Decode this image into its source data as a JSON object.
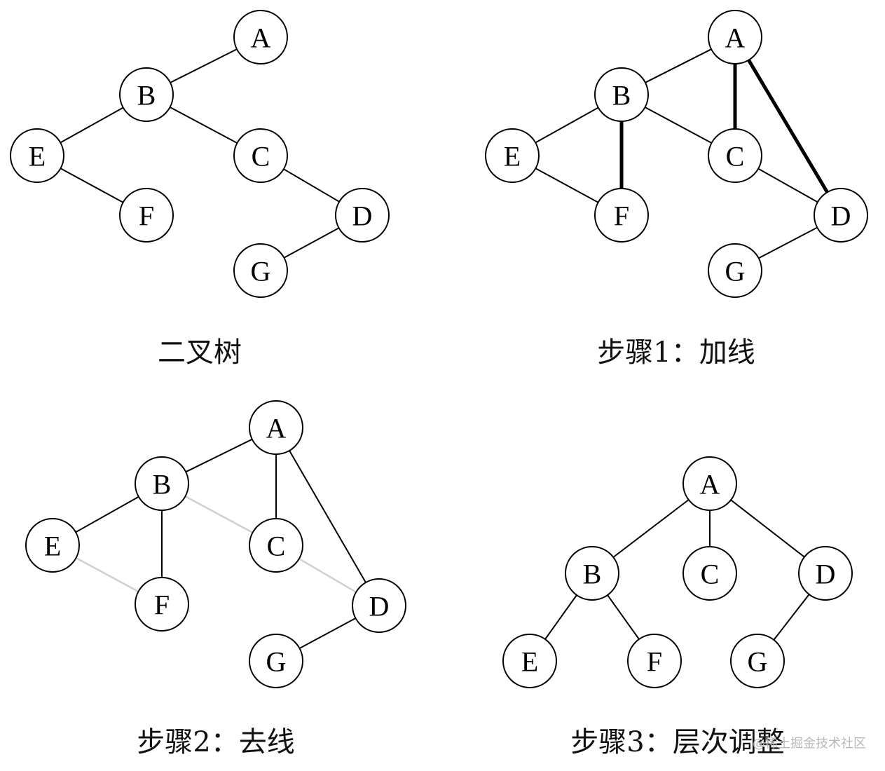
{
  "colors": {
    "background": "#ffffff",
    "stroke": "#000000",
    "removed_edge": "#d0d0d0",
    "watermark": "#b8b8b8"
  },
  "panels": [
    {
      "id": "binary-tree",
      "caption": "二叉树",
      "nodes": [
        "A",
        "B",
        "C",
        "D",
        "E",
        "F",
        "G"
      ],
      "edges": [
        {
          "from": "A",
          "to": "B",
          "style": "normal"
        },
        {
          "from": "B",
          "to": "E",
          "style": "normal"
        },
        {
          "from": "B",
          "to": "C",
          "style": "normal"
        },
        {
          "from": "E",
          "to": "F",
          "style": "normal"
        },
        {
          "from": "C",
          "to": "D",
          "style": "normal"
        },
        {
          "from": "D",
          "to": "G",
          "style": "normal"
        }
      ]
    },
    {
      "id": "step1-add-lines",
      "caption": "步骤1：加线",
      "nodes": [
        "A",
        "B",
        "C",
        "D",
        "E",
        "F",
        "G"
      ],
      "edges": [
        {
          "from": "A",
          "to": "B",
          "style": "normal"
        },
        {
          "from": "B",
          "to": "E",
          "style": "normal"
        },
        {
          "from": "B",
          "to": "C",
          "style": "normal"
        },
        {
          "from": "E",
          "to": "F",
          "style": "normal"
        },
        {
          "from": "C",
          "to": "D",
          "style": "normal"
        },
        {
          "from": "D",
          "to": "G",
          "style": "normal"
        },
        {
          "from": "B",
          "to": "F",
          "style": "bold"
        },
        {
          "from": "A",
          "to": "C",
          "style": "bold"
        },
        {
          "from": "A",
          "to": "D",
          "style": "bold"
        }
      ]
    },
    {
      "id": "step2-remove-lines",
      "caption": "步骤2：去线",
      "nodes": [
        "A",
        "B",
        "C",
        "D",
        "E",
        "F",
        "G"
      ],
      "edges": [
        {
          "from": "A",
          "to": "B",
          "style": "normal"
        },
        {
          "from": "B",
          "to": "E",
          "style": "normal"
        },
        {
          "from": "B",
          "to": "F",
          "style": "normal"
        },
        {
          "from": "A",
          "to": "C",
          "style": "normal"
        },
        {
          "from": "A",
          "to": "D",
          "style": "normal"
        },
        {
          "from": "D",
          "to": "G",
          "style": "normal"
        },
        {
          "from": "B",
          "to": "C",
          "style": "removed"
        },
        {
          "from": "E",
          "to": "F",
          "style": "removed"
        },
        {
          "from": "C",
          "to": "D",
          "style": "removed"
        }
      ]
    },
    {
      "id": "step3-level-adjust",
      "caption": "步骤3：层次调整",
      "nodes": [
        "A",
        "B",
        "C",
        "D",
        "E",
        "F",
        "G"
      ],
      "edges": [
        {
          "from": "A",
          "to": "B",
          "style": "normal"
        },
        {
          "from": "A",
          "to": "C",
          "style": "normal"
        },
        {
          "from": "A",
          "to": "D",
          "style": "normal"
        },
        {
          "from": "B",
          "to": "E",
          "style": "normal"
        },
        {
          "from": "B",
          "to": "F",
          "style": "normal"
        },
        {
          "from": "D",
          "to": "G",
          "style": "normal"
        }
      ]
    }
  ],
  "watermark": "@稀土掘金技术社区"
}
